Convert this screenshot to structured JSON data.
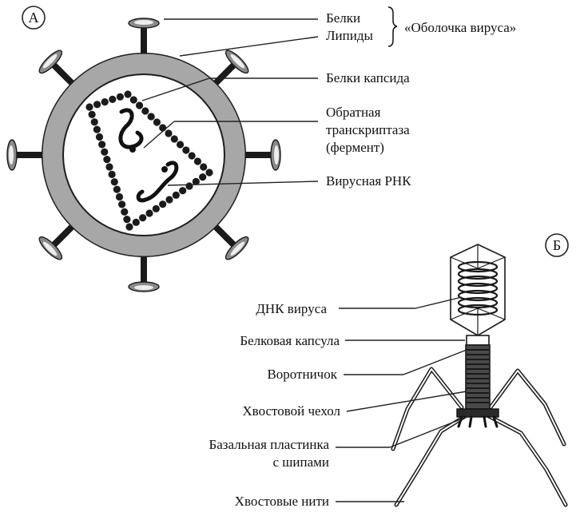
{
  "panel_a": {
    "letter": "А",
    "labels": {
      "proteins": "Белки",
      "lipids": "Липиды",
      "envelope": "«Оболочка вируса»",
      "capsid_proteins": "Белки капсида",
      "rt_line1": "Обратная",
      "rt_line2": "транскриптаза",
      "rt_line3": "(фермент)",
      "rna": "Вирусная РНК"
    }
  },
  "panel_b": {
    "letter": "Б",
    "labels": {
      "dna": "ДНК вируса",
      "capsule": "Белковая капсула",
      "collar": "Воротничок",
      "sheath": "Хвостовой чехол",
      "base_line1": "Базальная пластинка",
      "base_line2": "с шипами",
      "fibers": "Хвостовые нити"
    }
  }
}
